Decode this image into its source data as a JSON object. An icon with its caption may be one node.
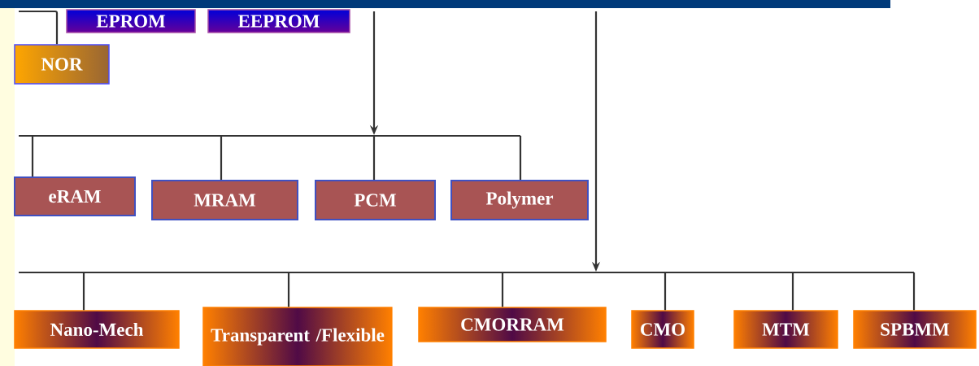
{
  "diagram": {
    "nodes": [
      {
        "text": [
          "EPROM"
        ]
      },
      {
        "text": [
          "EEPROM"
        ]
      },
      {
        "text": [
          "NOR"
        ]
      },
      {
        "text": [
          "eRAM"
        ]
      },
      {
        "text": [
          "MRAM"
        ]
      },
      {
        "text": [
          "PCM"
        ]
      },
      {
        "text": [
          "Polymer"
        ]
      },
      {
        "text": [
          "Nano-Mech"
        ]
      },
      {
        "text": [
          "Transparent /Flexible"
        ]
      },
      {
        "text": [
          "CMORRAM"
        ]
      },
      {
        "text": [
          "CMO"
        ]
      },
      {
        "text": [
          "MTM"
        ]
      },
      {
        "text": [
          "SPBMM"
        ]
      }
    ],
    "edges": [
      {
        "from": null,
        "to": 2,
        "arrow": "none"
      },
      {
        "from": null,
        "to": 3,
        "arrow": "none"
      },
      {
        "from": null,
        "to": 4,
        "arrow": "none"
      },
      {
        "from": null,
        "to": 5,
        "arrow": "none"
      },
      {
        "from": null,
        "to": 6,
        "arrow": "none"
      },
      {
        "from": null,
        "to": 7,
        "arrow": "none"
      },
      {
        "from": null,
        "to": 8,
        "arrow": "none"
      },
      {
        "from": null,
        "to": 9,
        "arrow": "none"
      },
      {
        "from": null,
        "to": 10,
        "arrow": "none"
      },
      {
        "from": null,
        "to": 11,
        "arrow": "none"
      },
      {
        "from": null,
        "to": 12,
        "arrow": "none"
      }
    ]
  }
}
